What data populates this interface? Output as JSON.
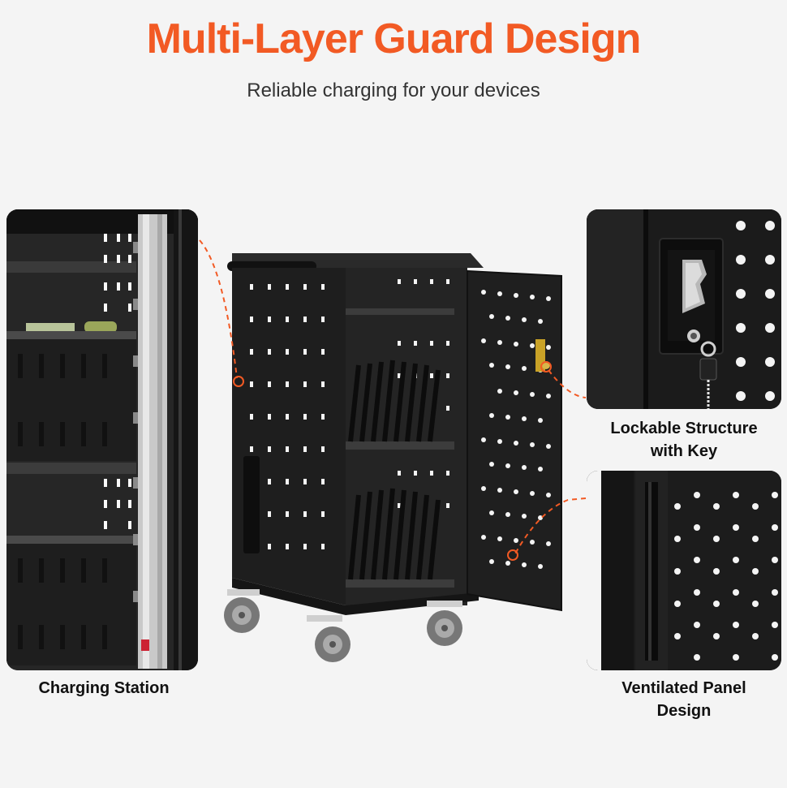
{
  "header": {
    "title": "Multi-Layer Guard Design",
    "subtitle": "Reliable charging for your devices"
  },
  "captions": {
    "charging_station": "Charging Station",
    "lockable_line1": "Lockable Structure",
    "lockable_line2": "with Key",
    "ventilated_line1": "Ventilated Panel",
    "ventilated_line2": "Design"
  },
  "colors": {
    "title_accent": "#f25a24",
    "callout_line": "#f25a24",
    "cabinet_black": "#1c1c1c",
    "background": "#f4f4f4"
  },
  "icons": {
    "lock": "lock-icon",
    "key": "key-icon",
    "wheel": "caster-wheel-icon"
  }
}
